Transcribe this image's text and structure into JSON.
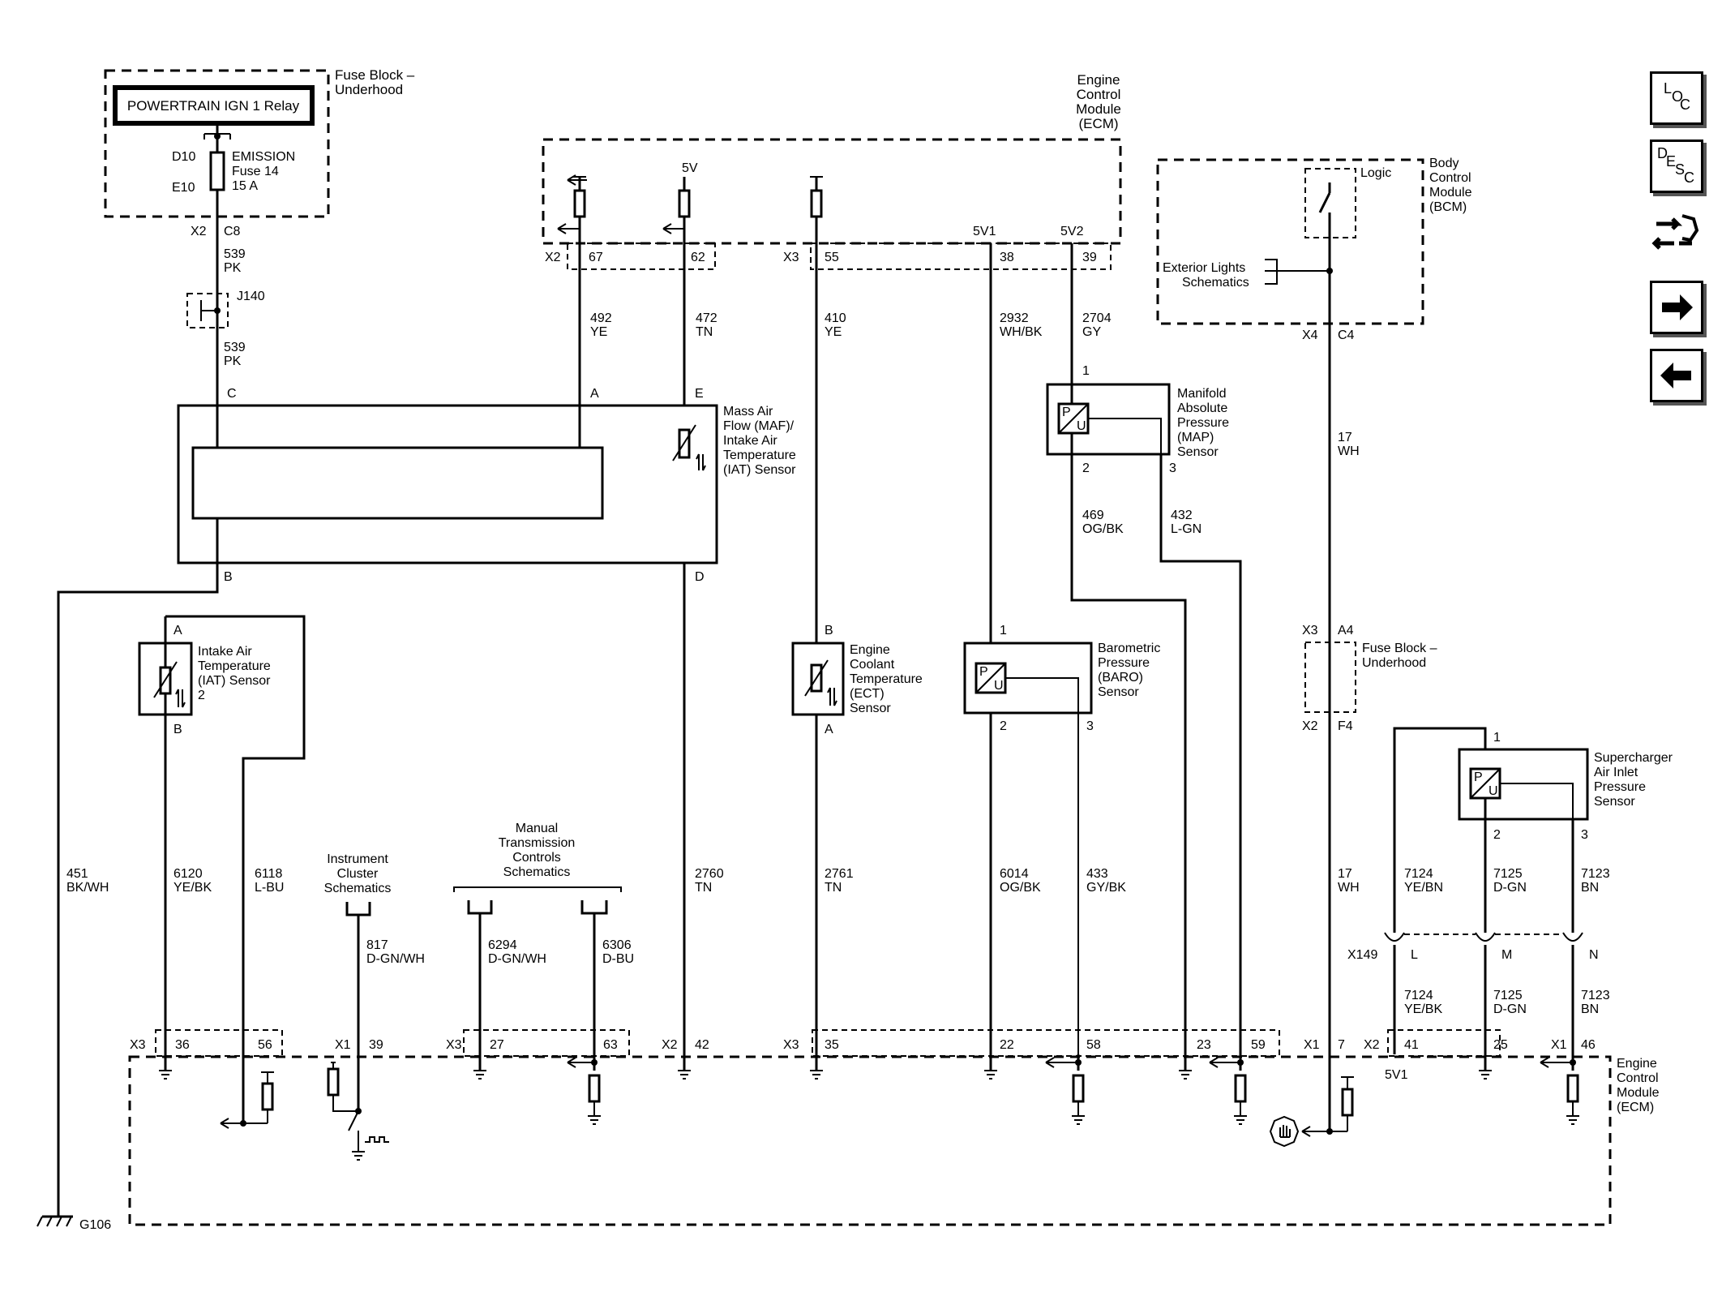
{
  "fuse_block_top": {
    "title_l1": "Fuse Block –",
    "title_l2": "Underhood",
    "relay": "POWERTRAIN IGN 1 Relay",
    "pin_d10": "D10",
    "pin_e10": "E10",
    "fuse_l1": "EMISSION",
    "fuse_l2": "Fuse 14",
    "fuse_l3": "15 A",
    "conn_x2": "X2",
    "conn_c8": "C8"
  },
  "splice": {
    "name": "J140"
  },
  "wires": {
    "w539a_num": "539",
    "w539a_col": "PK",
    "w539b_num": "539",
    "w539b_col": "PK",
    "w492_num": "492",
    "w492_col": "YE",
    "w472_num": "472",
    "w472_col": "TN",
    "w410_num": "410",
    "w410_col": "YE",
    "w2932_num": "2932",
    "w2932_col": "WH/BK",
    "w2704_num": "2704",
    "w2704_col": "GY",
    "w469_num": "469",
    "w469_col": "OG/BK",
    "w432_num": "432",
    "w432_col": "L-GN",
    "w17a_num": "17",
    "w17a_col": "WH",
    "w17b_num": "17",
    "w17b_col": "WH",
    "w451_num": "451",
    "w451_col": "BK/WH",
    "w6120_num": "6120",
    "w6120_col": "YE/BK",
    "w6118_num": "6118",
    "w6118_col": "L-BU",
    "w817_num": "817",
    "w817_col": "D-GN/WH",
    "w6294_num": "6294",
    "w6294_col": "D-GN/WH",
    "w6306_num": "6306",
    "w6306_col": "D-BU",
    "w2760_num": "2760",
    "w2760_col": "TN",
    "w2761_num": "2761",
    "w2761_col": "TN",
    "w6014_num": "6014",
    "w6014_col": "OG/BK",
    "w433_num": "433",
    "w433_col": "GY/BK",
    "w7124a_num": "7124",
    "w7124a_col": "YE/BN",
    "w7125a_num": "7125",
    "w7125a_col": "D-GN",
    "w7123a_num": "7123",
    "w7123a_col": "BN",
    "w7124b_num": "7124",
    "w7124b_col": "YE/BK",
    "w7125b_num": "7125",
    "w7125b_col": "D-GN",
    "w7123b_num": "7123",
    "w7123b_col": "BN"
  },
  "ecm_top": {
    "title_l1": "Engine",
    "title_l2": "Control",
    "title_l3": "Module",
    "title_l4": "(ECM)",
    "v5": "5V",
    "v5v1": "5V1",
    "v5v2": "5V2",
    "x2": "X2",
    "p67": "67",
    "p62": "62",
    "x3": "X3",
    "p55": "55",
    "p38": "38",
    "p39": "39"
  },
  "bcm": {
    "title_l1": "Body",
    "title_l2": "Control",
    "title_l3": "Module",
    "title_l4": "(BCM)",
    "logic": "Logic",
    "ext_l1": "Exterior Lights",
    "ext_l2": "Schematics",
    "x4": "X4",
    "c4": "C4"
  },
  "maf": {
    "pin_c": "C",
    "pin_a": "A",
    "pin_e": "E",
    "pin_b": "B",
    "pin_d": "D",
    "label_l1": "Mass Air",
    "label_l2": "Flow (MAF)/",
    "label_l3": "Intake Air",
    "label_l4": "Temperature",
    "label_l5": "(IAT) Sensor"
  },
  "map": {
    "pin1": "1",
    "pin2": "2",
    "pin3": "3",
    "pu_p": "P",
    "pu_u": "U",
    "label_l1": "Manifold",
    "label_l2": "Absolute",
    "label_l3": "Pressure",
    "label_l4": "(MAP)",
    "label_l5": "Sensor"
  },
  "iat2": {
    "pin_a": "A",
    "pin_b": "B",
    "label_l1": "Intake Air",
    "label_l2": "Temperature",
    "label_l3": "(IAT) Sensor",
    "label_l4": "2"
  },
  "ect": {
    "pin_b": "B",
    "pin_a": "A",
    "label_l1": "Engine",
    "label_l2": "Coolant",
    "label_l3": "Temperature",
    "label_l4": "(ECT)",
    "label_l5": "Sensor"
  },
  "baro": {
    "pin1": "1",
    "pin2": "2",
    "pin3": "3",
    "pu_p": "P",
    "pu_u": "U",
    "label_l1": "Barometric",
    "label_l2": "Pressure",
    "label_l3": "(BARO)",
    "label_l4": "Sensor"
  },
  "fuse_block_mid": {
    "x3": "X3",
    "a4": "A4",
    "x2": "X2",
    "f4": "F4",
    "title_l1": "Fuse Block –",
    "title_l2": "Underhood"
  },
  "supercharger": {
    "pin1": "1",
    "pin2": "2",
    "pin3": "3",
    "pu_p": "P",
    "pu_u": "U",
    "label_l1": "Supercharger",
    "label_l2": "Air Inlet",
    "label_l3": "Pressure",
    "label_l4": "Sensor"
  },
  "x149": {
    "name": "X149",
    "l": "L",
    "m": "M",
    "n": "N"
  },
  "references": {
    "instrument_l1": "Instrument",
    "instrument_l2": "Cluster",
    "instrument_l3": "Schematics",
    "mtc_l1": "Manual",
    "mtc_l2": "Transmission",
    "mtc_l3": "Controls",
    "mtc_l4": "Schematics"
  },
  "ecm_bottom": {
    "x3a": "X3",
    "p36": "36",
    "p56": "56",
    "x1a": "X1",
    "p39": "39",
    "x3b": "X3",
    "p27": "27",
    "p63": "63",
    "x2a": "X2",
    "p42": "42",
    "x3c": "X3",
    "p35": "35",
    "p22": "22",
    "p58": "58",
    "p23": "23",
    "p59": "59",
    "x1b": "X1",
    "p7": "7",
    "x2b": "X2",
    "p41": "41",
    "p25": "25",
    "x1c": "X1",
    "p46": "46",
    "v5v1": "5V1",
    "title_l1": "Engine",
    "title_l2": "Control",
    "title_l3": "Module",
    "title_l4": "(ECM)"
  },
  "ground": {
    "name": "G106"
  },
  "nav": {
    "loc_l": "L",
    "loc_o": "O",
    "loc_c": "C",
    "desc_d": "D",
    "desc_e": "E",
    "desc_s": "S",
    "desc_c": "C"
  }
}
